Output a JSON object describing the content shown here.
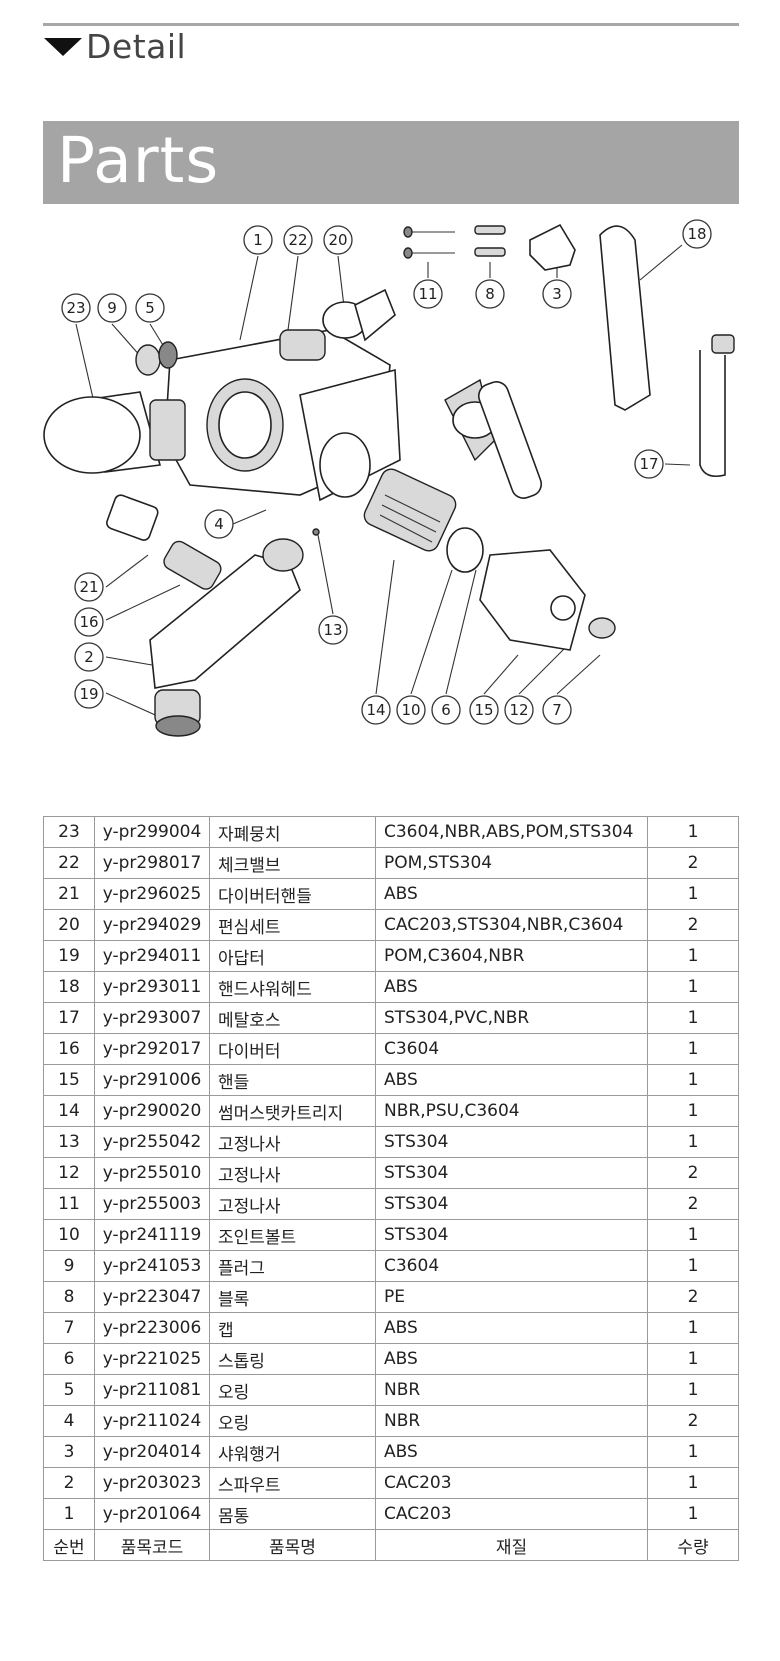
{
  "header": {
    "detail_label": "Detail",
    "parts_title": "Parts"
  },
  "diagram": {
    "callouts": [
      "1",
      "22",
      "20",
      "11",
      "8",
      "3",
      "18",
      "23",
      "9",
      "5",
      "17",
      "4",
      "21",
      "16",
      "13",
      "2",
      "19",
      "14",
      "10",
      "6",
      "15",
      "12",
      "7"
    ]
  },
  "table": {
    "columns": [
      "순번",
      "품목코드",
      "품목명",
      "재질",
      "수량"
    ],
    "rows": [
      {
        "no": "23",
        "code": "y-pr299004",
        "name": "자폐뭉치",
        "material": "C3604,NBR,ABS,POM,STS304",
        "qty": "1"
      },
      {
        "no": "22",
        "code": "y-pr298017",
        "name": "체크밸브",
        "material": "POM,STS304",
        "qty": "2"
      },
      {
        "no": "21",
        "code": "y-pr296025",
        "name": "다이버터핸들",
        "material": "ABS",
        "qty": "1"
      },
      {
        "no": "20",
        "code": "y-pr294029",
        "name": "편심세트",
        "material": "CAC203,STS304,NBR,C3604",
        "qty": "2"
      },
      {
        "no": "19",
        "code": "y-pr294011",
        "name": "아답터",
        "material": "POM,C3604,NBR",
        "qty": "1"
      },
      {
        "no": "18",
        "code": "y-pr293011",
        "name": "핸드샤워헤드",
        "material": "ABS",
        "qty": "1"
      },
      {
        "no": "17",
        "code": "y-pr293007",
        "name": "메탈호스",
        "material": "STS304,PVC,NBR",
        "qty": "1"
      },
      {
        "no": "16",
        "code": "y-pr292017",
        "name": "다이버터",
        "material": "C3604",
        "qty": "1"
      },
      {
        "no": "15",
        "code": "y-pr291006",
        "name": "핸들",
        "material": "ABS",
        "qty": "1"
      },
      {
        "no": "14",
        "code": "y-pr290020",
        "name": "썸머스탯카트리지",
        "material": "NBR,PSU,C3604",
        "qty": "1"
      },
      {
        "no": "13",
        "code": "y-pr255042",
        "name": "고정나사",
        "material": "STS304",
        "qty": "1"
      },
      {
        "no": "12",
        "code": "y-pr255010",
        "name": "고정나사",
        "material": "STS304",
        "qty": "2"
      },
      {
        "no": "11",
        "code": "y-pr255003",
        "name": "고정나사",
        "material": "STS304",
        "qty": "2"
      },
      {
        "no": "10",
        "code": "y-pr241119",
        "name": "조인트볼트",
        "material": "STS304",
        "qty": "1"
      },
      {
        "no": "9",
        "code": "y-pr241053",
        "name": "플러그",
        "material": "C3604",
        "qty": "1"
      },
      {
        "no": "8",
        "code": "y-pr223047",
        "name": "블록",
        "material": "PE",
        "qty": "2"
      },
      {
        "no": "7",
        "code": "y-pr223006",
        "name": "캡",
        "material": "ABS",
        "qty": "1"
      },
      {
        "no": "6",
        "code": "y-pr221025",
        "name": "스톱링",
        "material": "ABS",
        "qty": "1"
      },
      {
        "no": "5",
        "code": "y-pr211081",
        "name": "오링",
        "material": "NBR",
        "qty": "1"
      },
      {
        "no": "4",
        "code": "y-pr211024",
        "name": "오링",
        "material": "NBR",
        "qty": "2"
      },
      {
        "no": "3",
        "code": "y-pr204014",
        "name": "샤워행거",
        "material": "ABS",
        "qty": "1"
      },
      {
        "no": "2",
        "code": "y-pr203023",
        "name": "스파우트",
        "material": "CAC203",
        "qty": "1"
      },
      {
        "no": "1",
        "code": "y-pr201064",
        "name": "몸통",
        "material": "CAC203",
        "qty": "1"
      }
    ]
  }
}
